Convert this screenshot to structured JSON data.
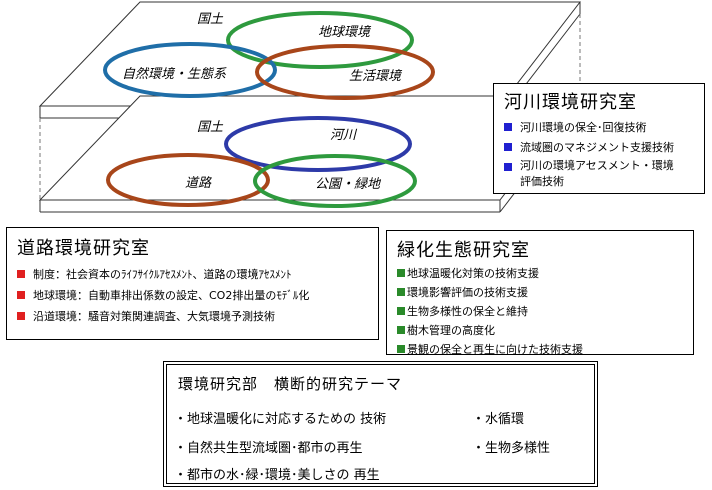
{
  "top_layer": {
    "ellipses": {
      "kokudo": "国土",
      "global_env": "地球環境",
      "nature_eco": "自然環境・生態系",
      "living_env": "生活環境"
    }
  },
  "bottom_layer": {
    "ellipses": {
      "kokudo": "国土",
      "river": "河川",
      "road": "道路",
      "park_green": "公園・緑地"
    }
  },
  "river_lab": {
    "title": "河川環境研究室",
    "items": [
      {
        "text": "河川環境の保全･回復技術"
      },
      {
        "text": "流域圏のマネジメント支援技術"
      },
      {
        "text": "河川の環境アセスメント・環境",
        "text2": "評価技術"
      }
    ]
  },
  "road_lab": {
    "title": "道路環境研究室",
    "items": [
      {
        "text": "制度：社会資本のﾗｲﾌｻｲｸﾙｱｾｽﾒﾝﾄ、道路の環境ｱｾｽﾒﾝﾄ"
      },
      {
        "text": "地球環境：自動車排出係数の設定、CO2排出量のﾓﾃﾞﾙ化"
      },
      {
        "text": "沿道環境：騒音対策関連調査、大気環境予測技術"
      }
    ]
  },
  "green_lab": {
    "title": "緑化生態研究室",
    "items": [
      {
        "text": "地球温暖化対策の技術支援"
      },
      {
        "text": "環境影響評価の技術支援"
      },
      {
        "text": "生物多様性の保全と維持"
      },
      {
        "text": "樹木管理の高度化"
      },
      {
        "text": "景観の保全と再生に向けた技術支援"
      }
    ]
  },
  "themes": {
    "title": "環境研究部　横断的研究テーマ",
    "left_items": [
      "・地球温暖化に対応するための 技術",
      "・自然共生型流域圏･都市の再生",
      "・都市の水･緑･環境･美しさの 再生"
    ],
    "right_items": [
      "・水循環",
      "・生物多様性"
    ]
  },
  "colors": {
    "global_env": "#2e9a3e",
    "nature_eco": "#1f6ea8",
    "living_env": "#a8461a",
    "river": "#2d3aa8",
    "road": "#a8461a",
    "park_green": "#2e9a3e",
    "river_bullet": "#2020d0",
    "road_bullet": "#e02020",
    "green_bullet": "#2a8a2a"
  }
}
